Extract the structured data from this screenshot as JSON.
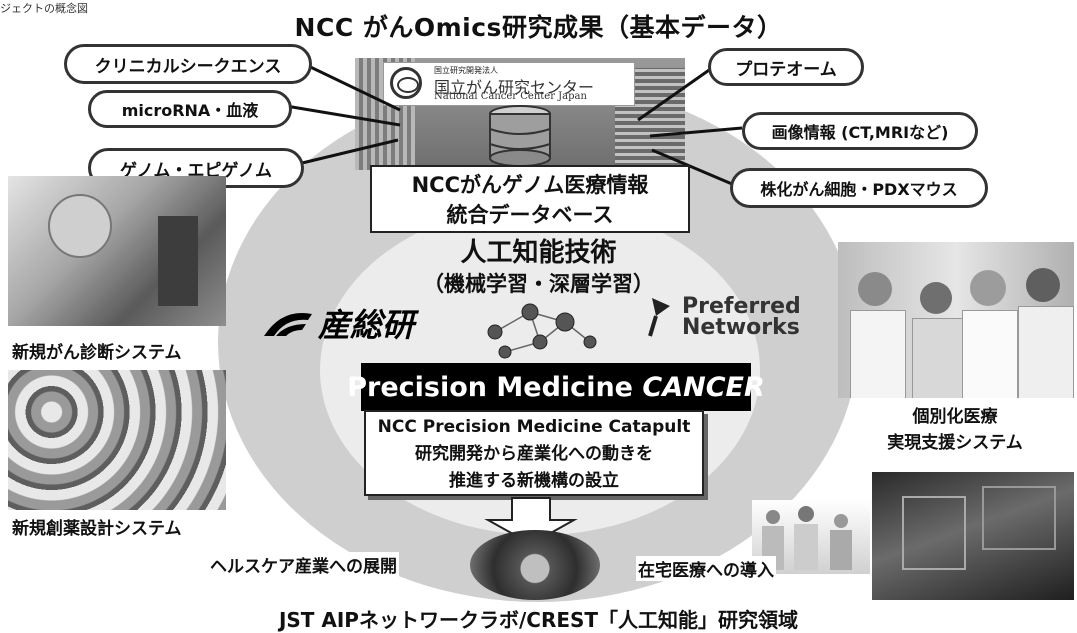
{
  "crop_text": "ジェクトの概念図",
  "title": "NCC がんOmics研究成果（基本データ）",
  "data_sources": {
    "clinical": "クリニカルシークエンス",
    "microrna": "microRNA・血液",
    "genome": "ゲノム・エピゲノム",
    "proteome": "プロテオーム",
    "imaging": "画像情報 (CT,MRIなど)",
    "cells": "株化がん細胞・PDXマウス"
  },
  "ncc_logo": {
    "line1": "国立研究開発法人",
    "line2": "国立がん研究センター",
    "line3": "National Cancer Center Japan"
  },
  "database": {
    "line1": "NCCがんゲノム医療情報",
    "line2": "統合データベース"
  },
  "ai": {
    "title": "人工知能技術",
    "subtitle": "（機械学習・深層学習）"
  },
  "partners": {
    "aist": "産総研",
    "pfn_line1": "Preferred",
    "pfn_line2": "Networks"
  },
  "pm_bar": {
    "text": "Precision Medicine ",
    "italic": "CANCER"
  },
  "catapult": {
    "line1": "NCC Precision Medicine Catapult",
    "line2": "研究開発から産業化への動きを",
    "line3": "推進する新機構の設立"
  },
  "left_labels": {
    "diagnosis": "新規がん診断システム",
    "drug": "新規創薬設計システム"
  },
  "right_labels": {
    "line1": "個別化医療",
    "line2": "実現支援システム"
  },
  "healthcare": "ヘルスケア産業への展開",
  "home_care": "在宅医療への導入",
  "bottom": "JST AIPネットワークラボ/CREST「人工知能」研究領域"
}
